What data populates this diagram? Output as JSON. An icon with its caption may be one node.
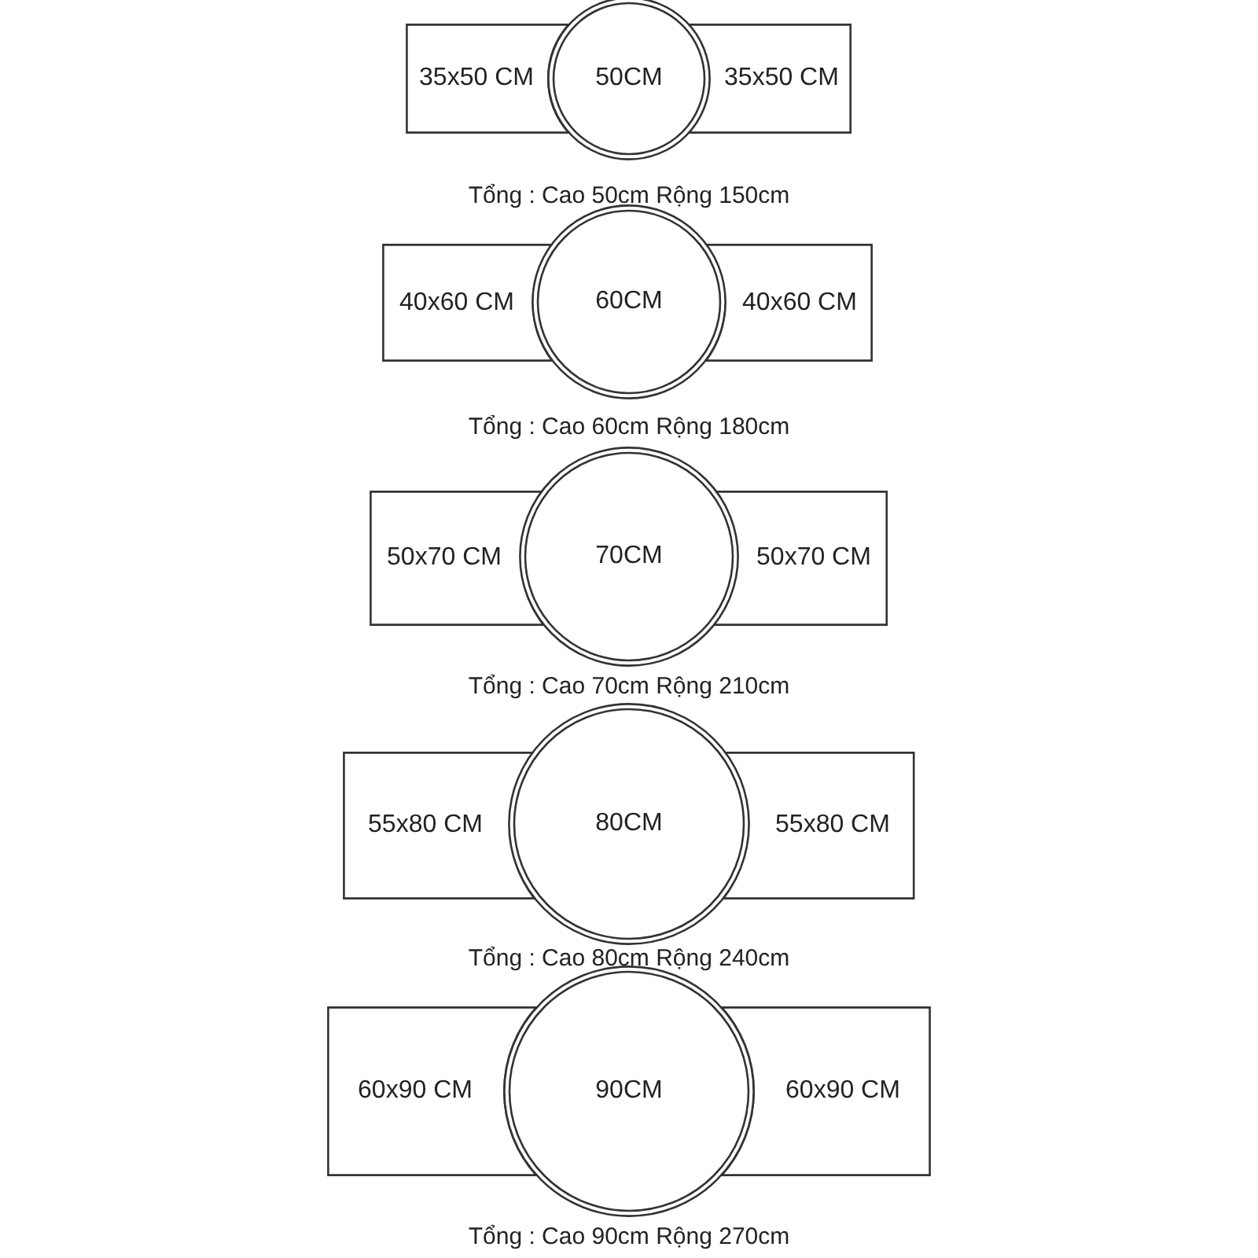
{
  "diagram": {
    "nodes": [
      {
        "text": [
          "35x50 CM"
        ]
      },
      {
        "text": [
          "50CM"
        ]
      },
      {
        "text": [
          "35x50 CM"
        ]
      },
      {
        "text": [
          "40x60 CM"
        ]
      },
      {
        "text": [
          "60CM"
        ]
      },
      {
        "text": [
          "40x60 CM"
        ]
      },
      {
        "text": [
          "50x70 CM"
        ]
      },
      {
        "text": [
          "70CM"
        ]
      },
      {
        "text": [
          "50x70 CM"
        ]
      },
      {
        "text": [
          "55x80 CM"
        ]
      },
      {
        "text": [
          "80CM"
        ]
      },
      {
        "text": [
          "55x80 CM"
        ]
      },
      {
        "text": [
          "60x90 CM"
        ]
      },
      {
        "text": [
          "90CM"
        ]
      },
      {
        "text": [
          "60x90 CM"
        ]
      }
    ],
    "labels": [
      "Tổng : Cao 50cm Rộng 150cm",
      "Tổng : Cao 60cm Rộng 180cm",
      "Tổng : Cao 70cm Rộng 210cm",
      "Tổng : Cao 80cm Rộng 240cm",
      "Tổng : Cao 90cm Rộng 270cm"
    ]
  }
}
